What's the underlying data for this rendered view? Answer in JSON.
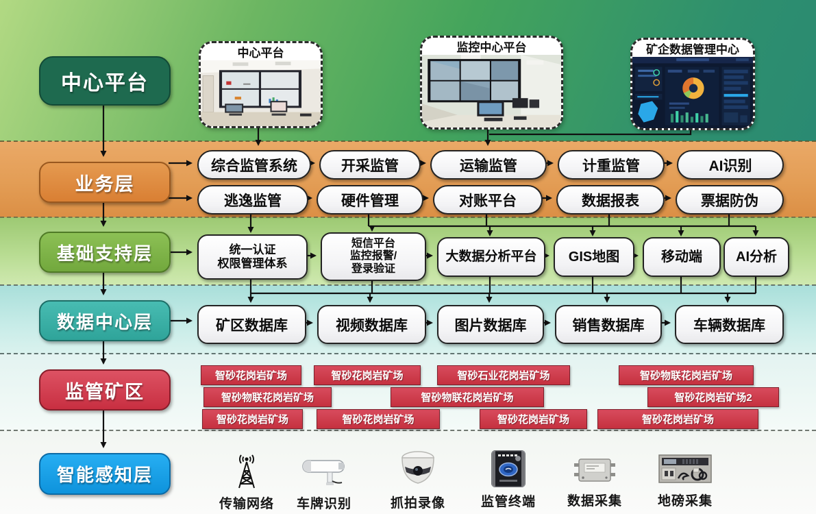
{
  "top_images": [
    {
      "label": "中心平台"
    },
    {
      "label": "监控中心平台"
    },
    {
      "label": "矿企数据管理中心"
    }
  ],
  "layers": {
    "center_platform": {
      "label": "中心平台"
    },
    "business": {
      "label": "业务层",
      "row1": [
        "综合监管系统",
        "开采监管",
        "运输监管",
        "计重监管",
        "AI识别"
      ],
      "row2": [
        "逃逸监管",
        "硬件管理",
        "对账平台",
        "数据报表",
        "票据防伪"
      ]
    },
    "support": {
      "label": "基础支持层",
      "items": [
        "统一认证\n权限管理体系",
        "短信平台\n监控报警/\n登录验证",
        "大数据分析平台",
        "GIS地图",
        "移动端",
        "AI分析"
      ]
    },
    "data_center": {
      "label": "数据中心层",
      "items": [
        "矿区数据库",
        "视频数据库",
        "图片数据库",
        "销售数据库",
        "车辆数据库"
      ]
    },
    "mining": {
      "label": "监管矿区",
      "row1": [
        "智砂花岗岩矿场",
        "智砂花岗岩矿场",
        "智砂石业花岗岩矿场",
        "智砂物联花岗岩矿场"
      ],
      "row2": [
        "智砂物联花岗岩矿场",
        "智砂物联花岗岩矿场",
        "智砂花岗岩矿场2"
      ],
      "row3": [
        "智砂花岗岩矿场",
        "智砂花岗岩矿场",
        "智砂花岗岩矿场",
        "智砂花岗岩矿场"
      ]
    },
    "perception": {
      "label": "智能感知层",
      "items": [
        {
          "icon": "antenna-icon",
          "label": "传输网络"
        },
        {
          "icon": "plate-camera-icon",
          "label": "车牌识别"
        },
        {
          "icon": "dome-camera-icon",
          "label": "抓拍录像"
        },
        {
          "icon": "terminal-icon",
          "label": "监管终端"
        },
        {
          "icon": "collector-icon",
          "label": "数据采集"
        },
        {
          "icon": "weighbridge-icon",
          "label": "地磅采集"
        }
      ]
    }
  },
  "colors": {
    "center_platform": "#1e6a4f",
    "business": "#de8c3e",
    "support": "#85bb4e",
    "data_center": "#41b6ad",
    "mining": "#d94b5c",
    "perception": "#1ba4ec",
    "mine_box": "#cf3d4e",
    "arrow": "#111111"
  }
}
